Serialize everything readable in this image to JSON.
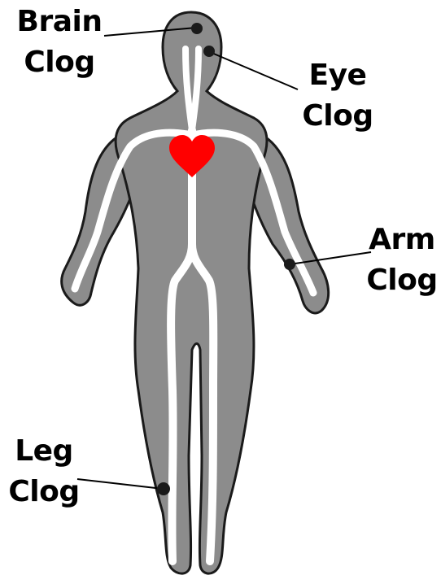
{
  "labels": [
    {
      "id": "brain",
      "line1": "Brain",
      "line2": "Clog"
    },
    {
      "id": "eye",
      "line1": "Eye",
      "line2": "Clog"
    },
    {
      "id": "arm",
      "line1": "Arm",
      "line2": "Clog"
    },
    {
      "id": "leg",
      "line1": "Leg",
      "line2": "Clog"
    }
  ],
  "colors": {
    "body_fill": "#8c8c8c",
    "body_outline": "#1a1a1a",
    "vessel": "#ffffff",
    "heart": "#ff0000",
    "clog_dot": "#1a1a1a",
    "leader_line": "#000000"
  },
  "icons": {
    "heart": "heart-icon",
    "clog": "clog-dot-icon"
  }
}
